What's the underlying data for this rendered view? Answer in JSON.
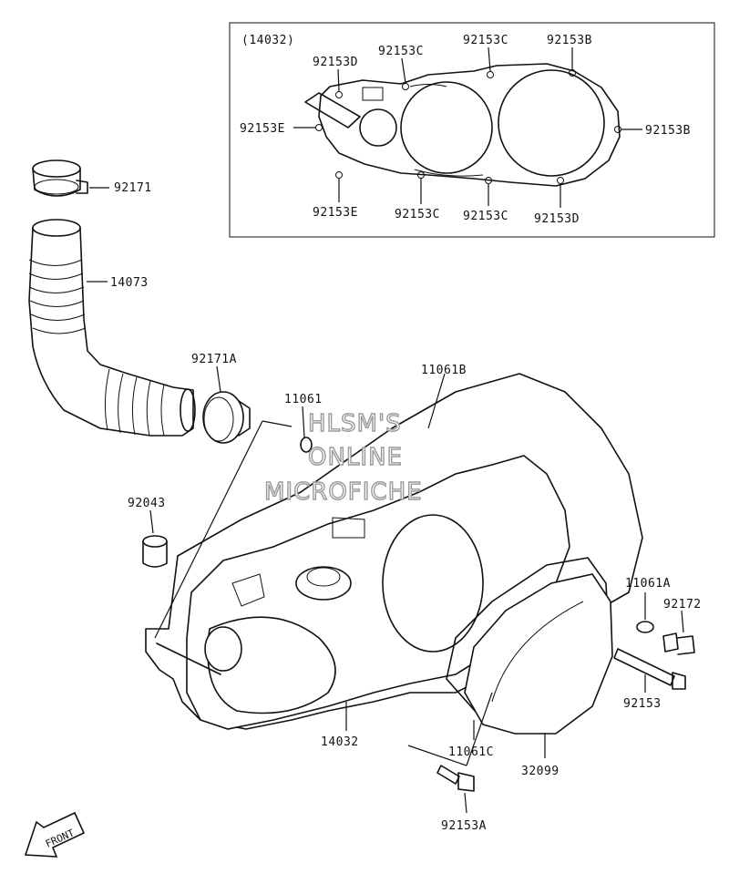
{
  "inset": {
    "title": "(14032)",
    "labels": [
      "92153D",
      "92153C",
      "92153C",
      "92153B",
      "92153E",
      "92153B",
      "92153E",
      "92153C",
      "92153C",
      "92153D"
    ]
  },
  "parts": {
    "p92171": "92171",
    "p14073": "14073",
    "p92171A": "92171A",
    "p11061B": "11061B",
    "p11061": "11061",
    "p92043": "92043",
    "p14032": "14032",
    "p11061C": "11061C",
    "p32099": "32099",
    "p11061A": "11061A",
    "p92172": "92172",
    "p92153": "92153",
    "p92153A": "92153A"
  },
  "watermark": [
    "HLSM'S",
    "ONLINE",
    "MICROFICHE"
  ],
  "front_label": "FRONT"
}
